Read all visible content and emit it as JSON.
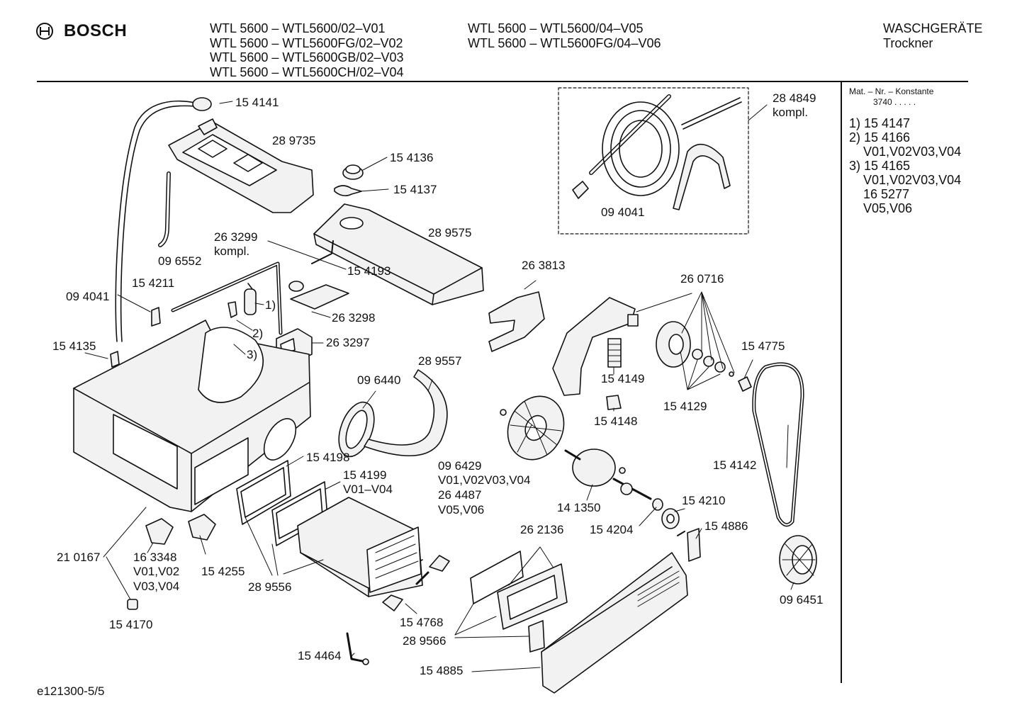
{
  "brand": {
    "name": "BOSCH"
  },
  "header": {
    "models_col1": [
      "WTL 5600 – WTL5600/02–V01",
      "WTL 5600 – WTL5600FG/02–V02",
      "WTL 5600 – WTL5600GB/02–V03",
      "WTL 5600 – WTL5600CH/02–V04"
    ],
    "models_col2": [
      "WTL 5600 – WTL5600/04–V05",
      "WTL 5600 – WTL5600FG/04–V06"
    ],
    "category": "WASCHGERÄTE",
    "subcategory": "Trockner"
  },
  "sidebar": {
    "title": "Mat. – Nr. – Konstante",
    "constant": "3740 . . . . .",
    "notes": [
      "1) 15 4147",
      "2) 15 4166",
      "    V01,V02V03,V04",
      "3) 15 4165",
      "    V01,V02V03,V04",
      "    16 5277",
      "    V05,V06"
    ]
  },
  "parts": {
    "p154141": "15 4141",
    "p289735": "28 9735",
    "p154136": "15 4136",
    "p154137": "15 4137",
    "p289575": "28 9575",
    "p263299": "26 3299",
    "kompl1": "kompl.",
    "p096552": "09 6552",
    "p154193": "15 4193",
    "p094041a": "09 4041",
    "p154211": "15 4211",
    "n1": "1)",
    "n2": "2)",
    "n3": "3)",
    "p263298": "26 3298",
    "p263297": "26 3297",
    "p154135": "15 4135",
    "p284849": "28 4849",
    "kompl2": "kompl.",
    "p094041b": "09 4041",
    "p263813": "26 3813",
    "p260716": "26 0716",
    "p154775": "15 4775",
    "p154149": "15 4149",
    "p154129": "15 4129",
    "p154148": "15 4148",
    "p289557": "28 9557",
    "p096440": "09 6440",
    "p096429": "09 6429",
    "v0104a": "V01,V02V03,V04",
    "p264487": "26 4487",
    "v0506": "V05,V06",
    "p154142": "15 4142",
    "p141350": "14 1350",
    "p154210": "15 4210",
    "p154204": "15 4204",
    "p154886": "15 4886",
    "p154198": "15 4198",
    "p154199": "15 4199",
    "v0104b": "V01–V04",
    "p262136": "26 2136",
    "p210167": "21 0167",
    "p163348": "16 3348",
    "v0102": "V01,V02",
    "v0304": "V03,V04",
    "p154255": "15 4255",
    "p289556": "28 9556",
    "p154170": "15 4170",
    "p154768": "15 4768",
    "p289566": "28 9566",
    "p154464": "15 4464",
    "p154885": "15 4885",
    "p096451": "09 6451"
  },
  "footer": {
    "code": "e121300-5/5"
  },
  "colors": {
    "ink": "#111111",
    "background": "#ffffff",
    "part_fill": "#f2f2f2"
  }
}
